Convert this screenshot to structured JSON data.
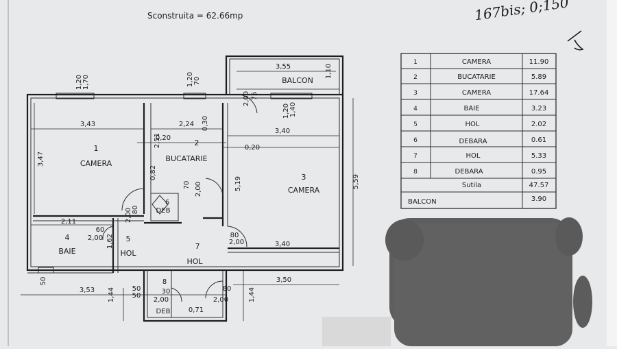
{
  "header": {
    "area_label": "Sconstruita = 62.66mp",
    "handwritten_note": "167bis; 0;150"
  },
  "rooms": [
    {
      "num": "1",
      "name": "CAMERA"
    },
    {
      "num": "2",
      "name": "BUCATARIE"
    },
    {
      "num": "3",
      "name": "CAMERA"
    },
    {
      "num": "4",
      "name": "BAIE"
    },
    {
      "num": "5",
      "name": "HOL"
    },
    {
      "num": "6",
      "name": "DEB"
    },
    {
      "num": "7",
      "name": "HOL"
    },
    {
      "num": "8",
      "name": "DEB"
    }
  ],
  "balcony_label": "BALCON",
  "dimensions": {
    "d_343": "3,43",
    "d_224": "2,24",
    "d_340a": "3,40",
    "d_355": "3,55",
    "d_347": "3,47",
    "d_519": "5,19",
    "d_559": "5,59",
    "d_211": "2,11",
    "d_353": "3,53",
    "d_350": "3,50",
    "d_340b": "3,40",
    "d_144a": "1,44",
    "d_144b": "1,44",
    "d_162": "1,62",
    "d_071": "0,71",
    "d_020a": "0,20",
    "d_020b": "0,20",
    "d_082": "0,82",
    "d_251": "2,51",
    "d_030": "0,30",
    "d_170": "1,70",
    "d_120a": "1,20",
    "d_070": "70",
    "d_120b": "1,20",
    "d_140": "1,40",
    "d_120c": "1,20",
    "d_075": "75",
    "d_200a": "2,00",
    "d_110": "1,10",
    "d_080a": "80",
    "d_200b": "2,00",
    "d_070b": "70",
    "d_200c": "2,00",
    "d_060": "60",
    "d_200d": "2,00",
    "d_080b": "80",
    "d_200e": "2,00",
    "d_050a": "50",
    "d_030b": "30",
    "d_200f": "2,00",
    "d_080c": "80",
    "d_200g": "2,00",
    "d_050b": "50",
    "d_050c": "50"
  },
  "area_table": {
    "rows": [
      {
        "num": "1",
        "name": "CAMERA",
        "area": "11.90"
      },
      {
        "num": "2",
        "name": "BUCATARIE",
        "area": "5.89"
      },
      {
        "num": "3",
        "name": "CAMERA",
        "area": "17.64"
      },
      {
        "num": "4",
        "name": "BAIE",
        "area": "3.23"
      },
      {
        "num": "5",
        "name": "HOL",
        "area": "2.02"
      },
      {
        "num": "6",
        "name": "DEBARA",
        "area": "0.61"
      },
      {
        "num": "7",
        "name": "HOL",
        "area": "5.33"
      },
      {
        "num": "8",
        "name": "DEBARA",
        "area": "0.95"
      }
    ],
    "total_label": "Sutila",
    "total_value": "47.57",
    "balcony_label": "BALCON",
    "balcony_value": "3.90"
  }
}
